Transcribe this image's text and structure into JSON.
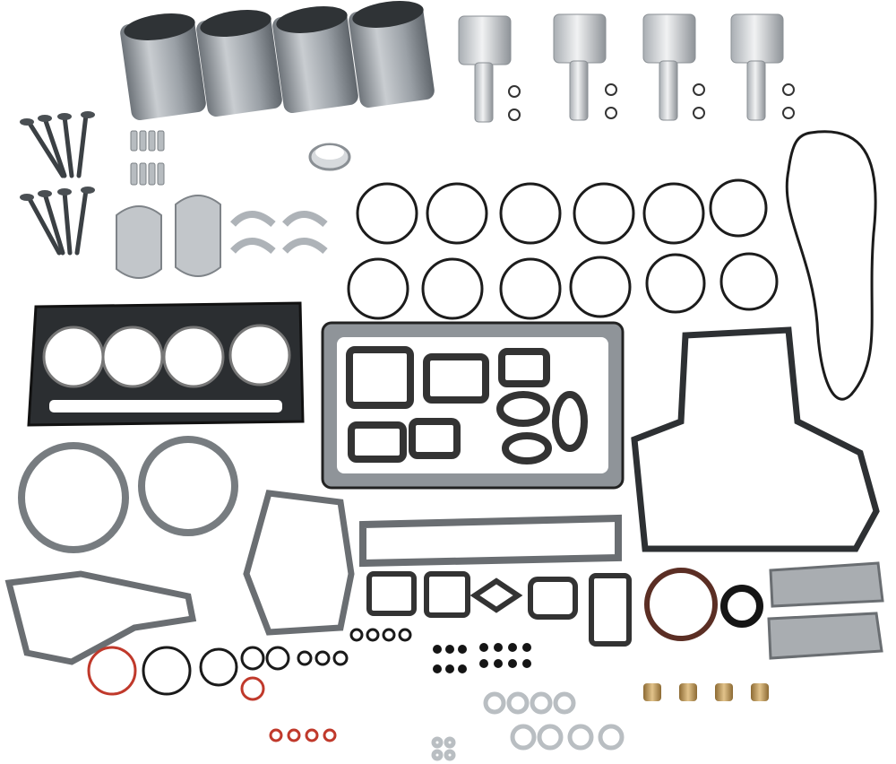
{
  "image": {
    "subject": "engine-overhaul-kit",
    "background_color": "#ffffff",
    "colors": {
      "steel": "#9aa0a6",
      "steel_dark": "#5f656b",
      "gasket_gray": "#8f9499",
      "gasket_dark": "#2b2e31",
      "ring_black": "#1c1c1c",
      "oring_red": "#c0392b",
      "bronze": "#b89155",
      "seal_black": "#151515"
    },
    "parts": {
      "cylinder_liners": 4,
      "pistons": 4,
      "valves": 8,
      "piston_ring_sets": 12,
      "bushings": 4
    }
  }
}
